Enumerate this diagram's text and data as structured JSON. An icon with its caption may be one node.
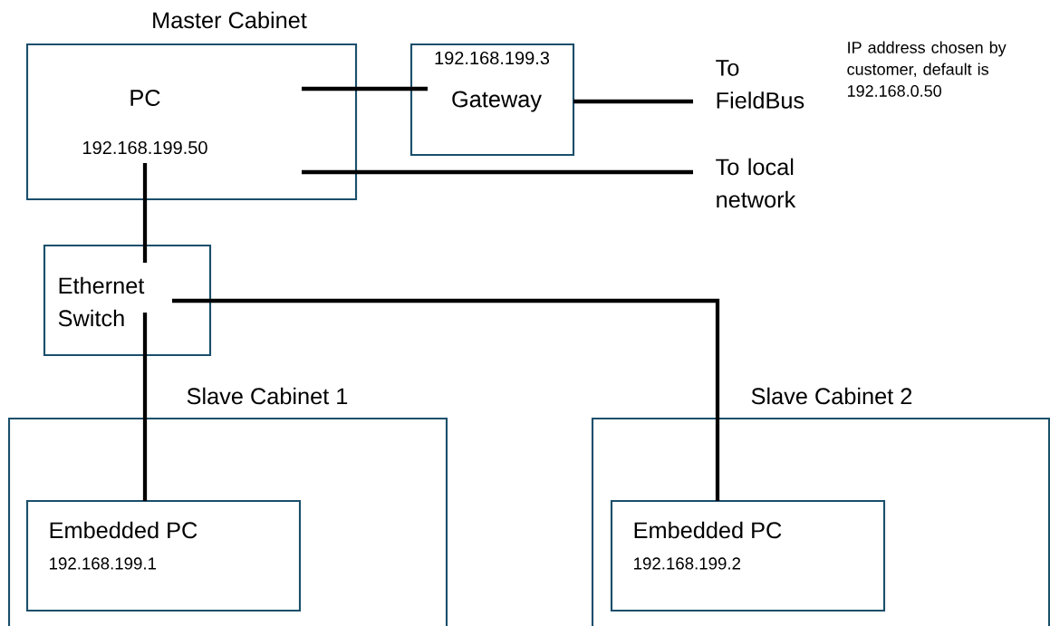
{
  "diagram": {
    "nodes": [
      {
        "text": [
          "Master Cabinet",
          "PC",
          "192.168.199.50"
        ]
      },
      {
        "text": [
          "192.168.199.3",
          "Gateway"
        ]
      },
      {
        "text": [
          "To FieldBus"
        ]
      },
      {
        "text": [
          "To local network"
        ]
      },
      {
        "text": [
          "Ethernet Switch"
        ]
      },
      {
        "text": [
          "Slave Cabinet 1"
        ]
      },
      {
        "text": [
          "Embedded PC",
          "192.168.199.1"
        ],
        "in": 5
      },
      {
        "text": [
          "Slave Cabinet 2"
        ]
      },
      {
        "text": [
          "Embedded PC",
          "192.168.199.2"
        ],
        "in": 7
      }
    ],
    "edges": [
      {
        "from": 0,
        "to": 1,
        "arrow": "none"
      },
      {
        "from": 1,
        "to": 2,
        "arrow": "none"
      },
      {
        "from": 0,
        "to": 3,
        "arrow": "none"
      },
      {
        "from": 0,
        "to": 4,
        "arrow": "none"
      },
      {
        "from": 4,
        "to": 6,
        "arrow": "none"
      },
      {
        "from": 4,
        "to": 8,
        "arrow": "none"
      }
    ],
    "labels": [
      "IP address chosen by customer, default is 192.168.0.50"
    ]
  }
}
